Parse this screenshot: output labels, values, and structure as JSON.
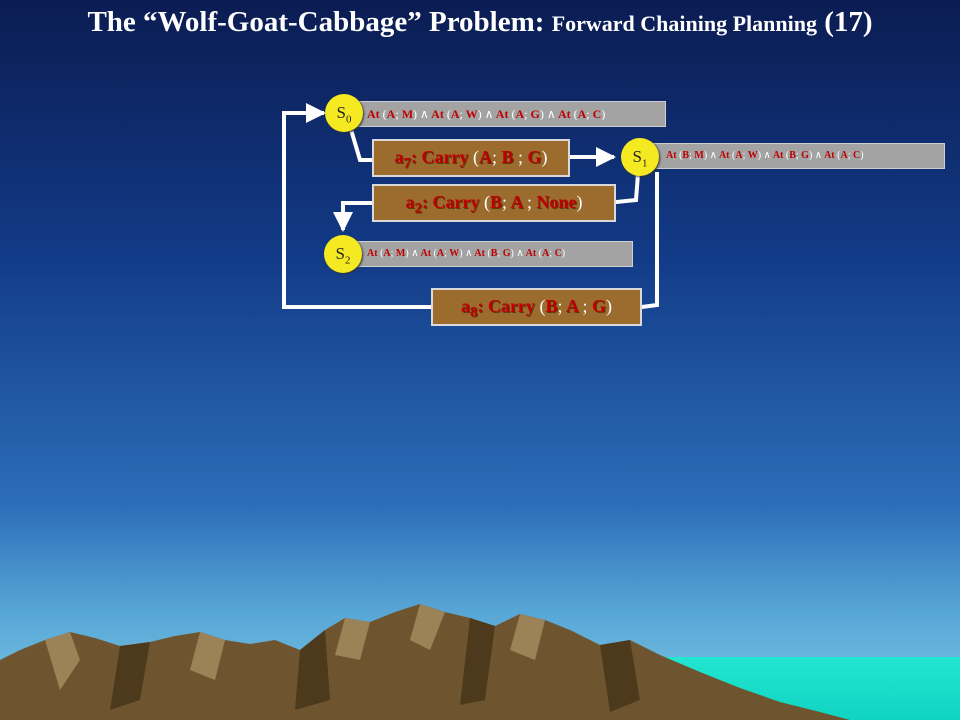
{
  "title": {
    "main": "The “Wolf-Goat-Cabbage” Problem: ",
    "sub": "Forward Chaining Planning",
    "num": " (17)"
  },
  "states": [
    {
      "letter": "S",
      "index": "0"
    },
    {
      "letter": "S",
      "index": "1"
    },
    {
      "letter": "S",
      "index": "2"
    }
  ],
  "preds": {
    "s0": [
      {
        "p": "At",
        "a": "A",
        "b": "M"
      },
      {
        "p": "At",
        "a": "A",
        "b": "W"
      },
      {
        "p": "At",
        "a": "A",
        "b": "G"
      },
      {
        "p": "At",
        "a": "A",
        "b": "C"
      }
    ],
    "s1": [
      {
        "p": "At",
        "a": "B",
        "b": "M"
      },
      {
        "p": "At",
        "a": "A",
        "b": "W"
      },
      {
        "p": "At",
        "a": "B",
        "b": "G"
      },
      {
        "p": "At",
        "a": "A",
        "b": "C"
      }
    ],
    "s2": [
      {
        "p": "At",
        "a": "A",
        "b": "M"
      },
      {
        "p": "At",
        "a": "A",
        "b": "W"
      },
      {
        "p": "At",
        "a": "B",
        "b": "G"
      },
      {
        "p": "At",
        "a": "A",
        "b": "C"
      }
    ]
  },
  "actions": [
    {
      "name": "a",
      "idx": "7",
      "verb": ": Carry ",
      "args": [
        "A",
        "B",
        "G"
      ]
    },
    {
      "name": "a",
      "idx": "2",
      "verb": ": Carry ",
      "args": [
        "B",
        "A",
        "None"
      ]
    },
    {
      "name": "a",
      "idx": "8",
      "verb": ": Carry ",
      "args": [
        "B",
        "A",
        "G"
      ]
    }
  ],
  "symbols": {
    "and": "∧",
    "lparen": "(",
    "rparen": ")",
    "semi": ";"
  },
  "colors": {
    "state": "#f5ea22",
    "bar": "#a3a3a3",
    "action": "#9c6b2e",
    "text": "#c00000",
    "wire": "#ffffff"
  }
}
